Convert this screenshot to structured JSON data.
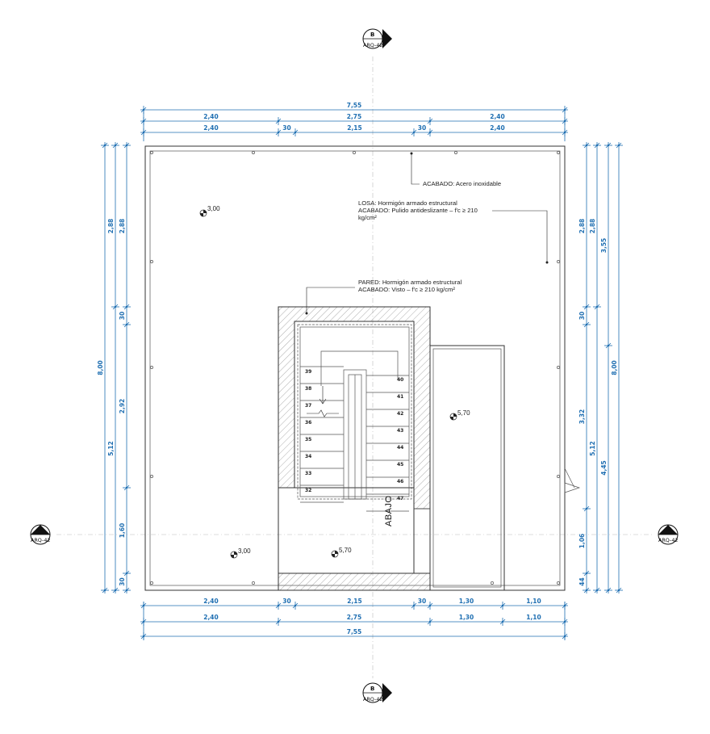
{
  "sections": {
    "top": {
      "letter": "B",
      "ref": "ARQ-42"
    },
    "bottom": {
      "letter": "B",
      "ref": "ARQ-42"
    },
    "left": {
      "letter": "A",
      "ref": "ARQ-42"
    },
    "right": {
      "letter": "A",
      "ref": "ARQ-42"
    }
  },
  "dims": {
    "top_total": "7,55",
    "top_row2": [
      "2,40",
      "2,75",
      "2,40"
    ],
    "top_row3": [
      "2,40",
      "30",
      "2,15",
      "30",
      "2,40"
    ],
    "bottom_row1": [
      "2,40",
      "30",
      "2,15",
      "30",
      "1,30",
      "1,10"
    ],
    "bottom_row2": [
      "2,40",
      "2,75",
      "1,30",
      "1,10"
    ],
    "bottom_total": "7,55",
    "left_total": "8,00",
    "left_mid": [
      "5,12"
    ],
    "left_mid_top": "2,88",
    "left_inner": [
      "2,88",
      "30",
      "2,92",
      "1,60",
      "30"
    ],
    "right_inner": [
      "2,88",
      "30",
      "3,32",
      "1,06",
      "44"
    ],
    "right_mid": [
      "5,12"
    ],
    "right_mid_top": "2,88",
    "right_outer": [
      "3,55",
      "4,45"
    ],
    "right_total": "8,00"
  },
  "notes": {
    "railing": "ACABADO: Acero inoxidable",
    "slab_1": "LOSA: Hormigón armado estructural",
    "slab_2": "ACABADO: Pulido antideslizante – f'c ≥ 210",
    "slab_3": "kg/cm²",
    "wall_1": "PARED: Hormigón armado estructural",
    "wall_2": "ACABADO: Visto – f'c ≥ 210 kg/cm²"
  },
  "levels": {
    "roof": "3,00",
    "stair_right": "5,70",
    "lower_left": "3,00",
    "lower_center": "5,70"
  },
  "stair": {
    "direction_label": "ABAJO",
    "left_steps": [
      "39",
      "38",
      "37",
      "36",
      "35",
      "34",
      "33",
      "32"
    ],
    "right_steps": [
      "40",
      "41",
      "42",
      "43",
      "44",
      "45",
      "46",
      "47"
    ]
  }
}
